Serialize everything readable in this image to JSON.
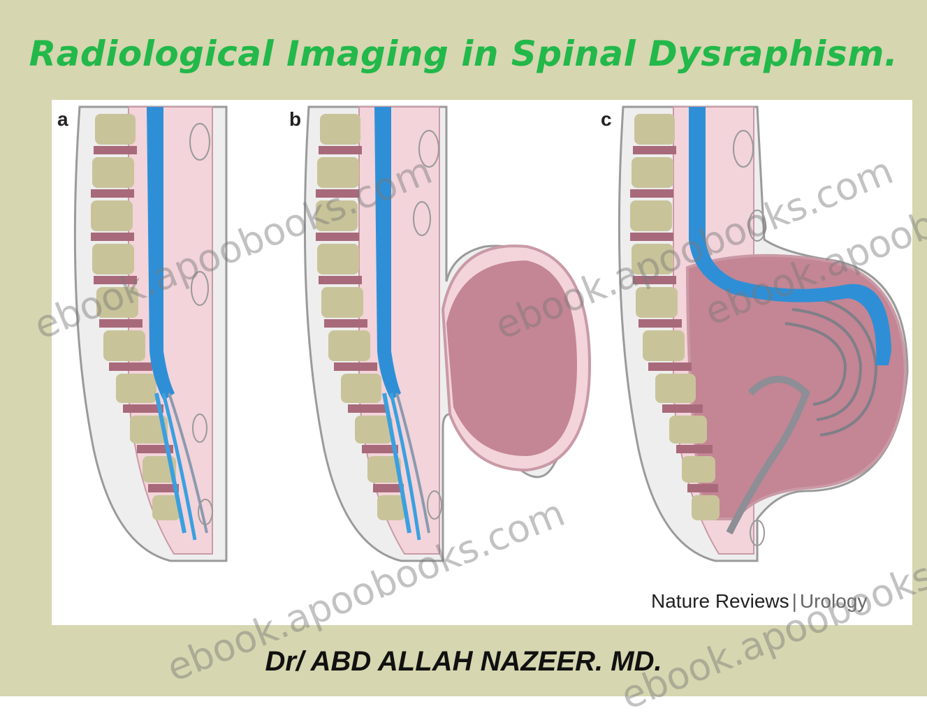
{
  "slide": {
    "title": "Radiological Imaging in Spinal Dysraphism.",
    "author": "Dr/ ABD ALLAH NAZEER. MD.",
    "title_color": "#22b84a",
    "background_color": "#d6d6b0"
  },
  "figure": {
    "panels": [
      {
        "label": "a"
      },
      {
        "label": "b"
      },
      {
        "label": "c"
      }
    ],
    "credit": {
      "journal_family": "Nature Reviews",
      "separator": "|",
      "journal": "Urology"
    },
    "colors": {
      "vertebra": "#c9c39a",
      "disc": "#a86a7a",
      "spinal_cord": "#2f8fd6",
      "dura": "#f3d4da",
      "sac": "#c48594",
      "outline": "#9a9a9a"
    }
  },
  "watermarks": [
    {
      "text": "ebook.apoobooks.com"
    },
    {
      "text": "ebook.apoobooks.com"
    },
    {
      "text": "ebook.apoobooks.com"
    },
    {
      "text": "ebook.apoobooks.com"
    },
    {
      "text": "ebook.apoobooks.com"
    }
  ]
}
